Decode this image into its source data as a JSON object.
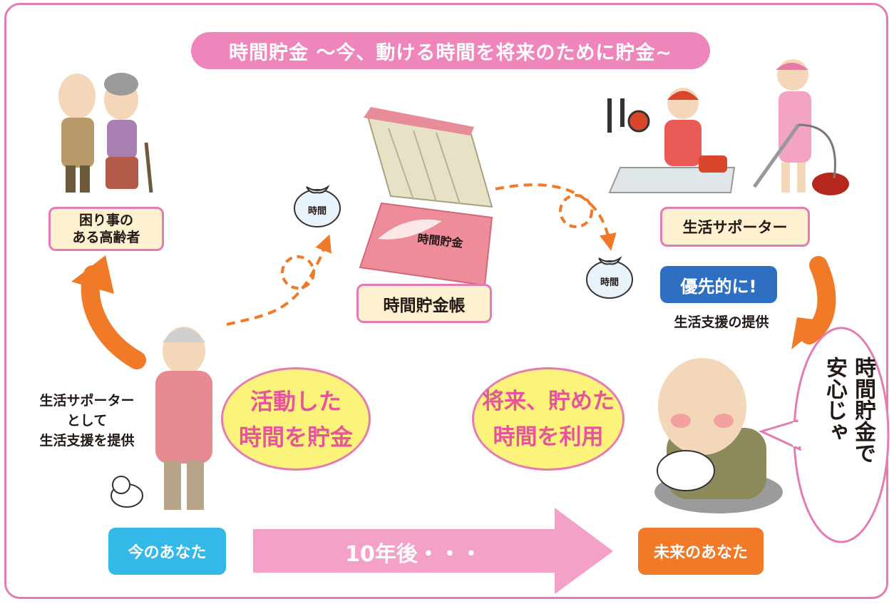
{
  "title": "時間貯金 〜今、動ける時間を将来のために貯金~",
  "labels": {
    "elderly_in_need": "困り事の\nある高齢者",
    "passbook": "時間貯金帳",
    "passbook_cover": "時間貯金",
    "life_supporter": "生活サポーター",
    "priority": "優先的に!",
    "support_provision": "生活支援の提供",
    "provide_as_supporter": "生活サポーター\nとして\n生活支援を提供",
    "bag_text_1": "時間",
    "bag_text_2": "時間",
    "bubble_left": "活動した\n時間を貯金",
    "bubble_right": "将来、貯めた\n時間を利用",
    "speech": "時間貯金で\n安心じゃ",
    "now_you": "今のあなた",
    "ten_years_later": "10年後・・・",
    "future_you": "未来のあなた"
  },
  "colors": {
    "pink": "#ee86bb",
    "pink_border": "#e57bb4",
    "orange": "#f07a28",
    "cyan": "#33b8e8",
    "blue": "#2e6fc1",
    "yellow": "#fbf37a",
    "cream": "#fdf1d0"
  },
  "icons": [
    "elderly-couple-illustration",
    "passbook-illustration",
    "money-bag-icon",
    "cooking-helper-illustration",
    "cleaning-helper-illustration",
    "man-illustration",
    "cat-icon",
    "elderly-man-with-cat-illustration"
  ]
}
